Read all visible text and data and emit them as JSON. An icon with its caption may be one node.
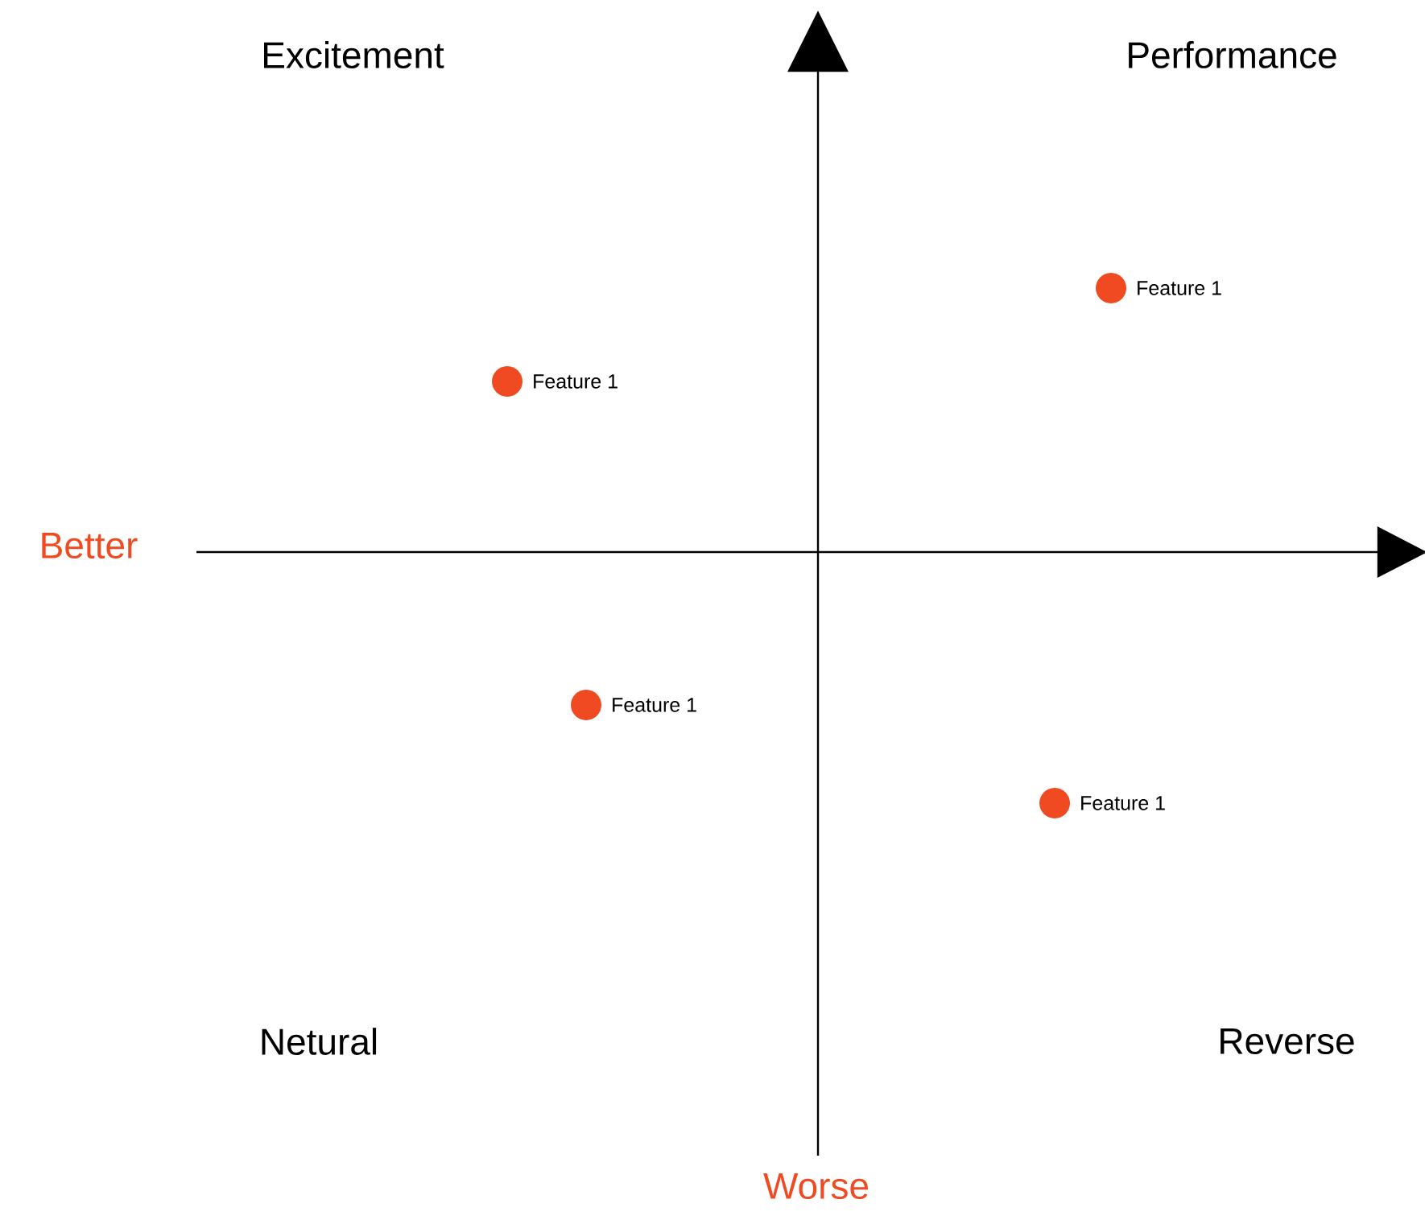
{
  "diagram": {
    "labels": [
      "Excitement",
      "Performance",
      "Feature 1",
      "Feature 1",
      "Better",
      "Feature 1",
      "Feature 1",
      "Netural",
      "Reverse",
      "Worse"
    ]
  }
}
